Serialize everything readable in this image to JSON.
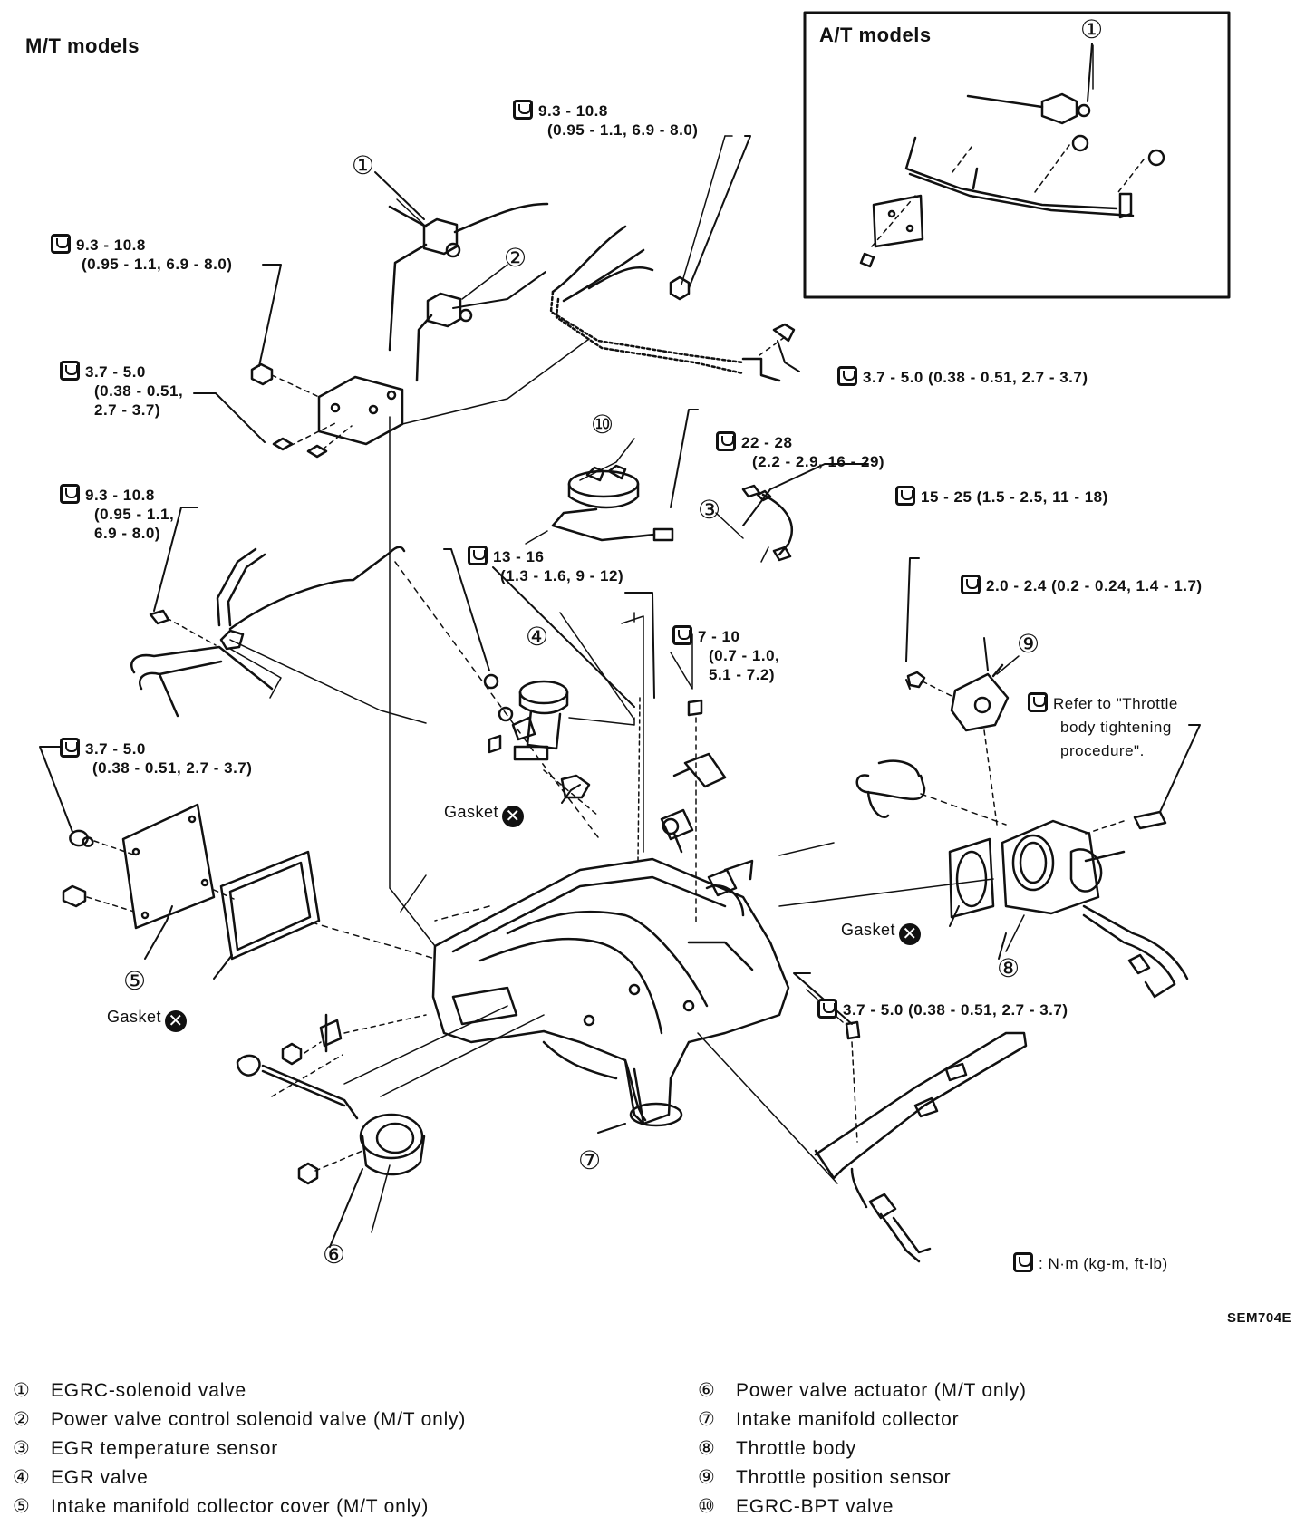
{
  "headers": {
    "mt_models": "M/T models",
    "at_models": "A/T models",
    "figure_code": "SEM704E"
  },
  "torque_specs": {
    "s1": {
      "line1": "9.3 - 10.8",
      "line2": "(0.95 - 1.1, 6.9 - 8.0)"
    },
    "s2": {
      "line1": "9.3 - 10.8",
      "line2": "(0.95 - 1.1, 6.9 - 8.0)"
    },
    "s3": {
      "line1": "3.7 - 5.0",
      "line2": "(0.38 - 0.51,",
      "line3": "2.7 - 3.7)"
    },
    "s4": {
      "line1": "3.7 - 5.0 (0.38 - 0.51, 2.7 - 3.7)"
    },
    "s5": {
      "line1": "22 - 28",
      "line2": "(2.2 - 2.9, 16 - 29)"
    },
    "s6": {
      "line1": "15 - 25 (1.5 - 2.5, 11 - 18)"
    },
    "s7": {
      "line1": "9.3 - 10.8",
      "line2": "(0.95 - 1.1,",
      "line3": "6.9 - 8.0)"
    },
    "s8": {
      "line1": "13 - 16",
      "line2": "(1.3 - 1.6, 9 - 12)"
    },
    "s9": {
      "line1": "2.0 - 2.4 (0.2 - 0.24, 1.4 - 1.7)"
    },
    "s10": {
      "line1": "7 - 10",
      "line2": "(0.7 - 1.0,",
      "line3": "5.1 - 7.2)"
    },
    "s11": {
      "line1": "3.7 - 5.0",
      "line2": "(0.38 - 0.51, 2.7 - 3.7)"
    },
    "s12": {
      "line1": "Refer to \"Throttle",
      "line2": "body tightening",
      "line3": "procedure\"."
    },
    "s13": {
      "line1": "3.7 - 5.0 (0.38 - 0.51, 2.7 - 3.7)"
    },
    "unit": ": N·m (kg-m, ft-lb)"
  },
  "gaskets": {
    "g1": "Gasket",
    "g2": "Gasket",
    "g3": "Gasket"
  },
  "callouts": [
    "①",
    "②",
    "③",
    "④",
    "⑤",
    "⑥",
    "⑦",
    "⑧",
    "⑨",
    "⑩"
  ],
  "legend": {
    "left": [
      {
        "num": "①",
        "text": "EGRC-solenoid valve"
      },
      {
        "num": "②",
        "text": "Power valve control solenoid valve (M/T only)"
      },
      {
        "num": "③",
        "text": "EGR temperature sensor"
      },
      {
        "num": "④",
        "text": "EGR valve"
      },
      {
        "num": "⑤",
        "text": "Intake manifold collector cover (M/T only)"
      }
    ],
    "right": [
      {
        "num": "⑥",
        "text": "Power valve actuator (M/T only)"
      },
      {
        "num": "⑦",
        "text": "Intake manifold collector"
      },
      {
        "num": "⑧",
        "text": "Throttle body"
      },
      {
        "num": "⑨",
        "text": "Throttle position sensor"
      },
      {
        "num": "⑩",
        "text": "EGRC-BPT valve"
      }
    ]
  }
}
